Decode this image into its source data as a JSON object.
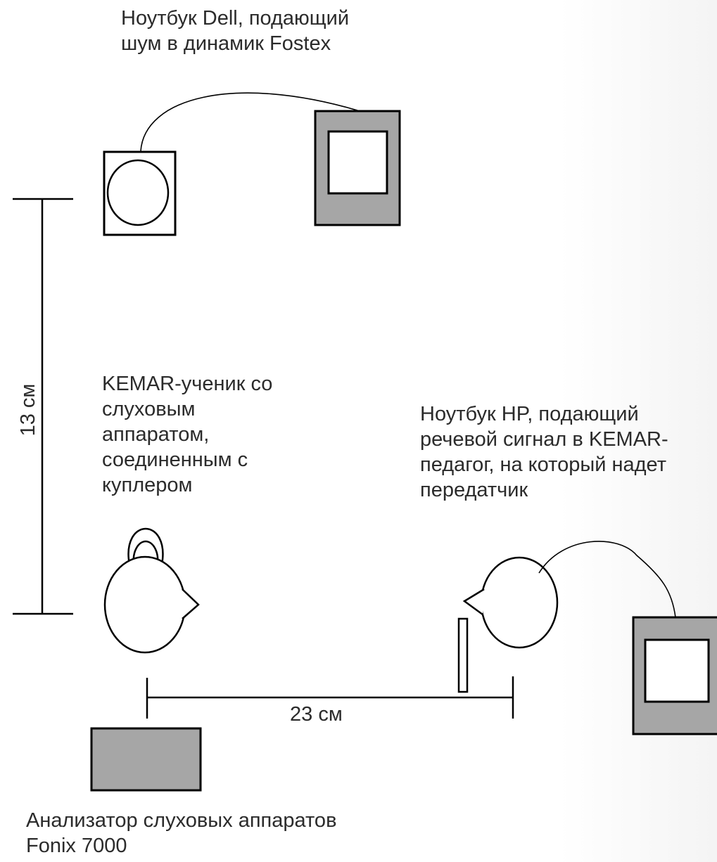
{
  "labels": {
    "dell_laptop": "Ноутбук Dell, подающий\nшум в динамик Fostex",
    "kemar_student": "KEMAR-ученик со\nслуховым\nаппаратом,\nсоединенным с\nкуплером",
    "hp_laptop": "Ноутбук HP, подающий\nречевой сигнал в KEMAR-\nпедагог, на который надет\nпередатчик",
    "analyzer": "Анализатор слуховых аппаратов\nFonix 7000"
  },
  "dimensions": {
    "vertical": "13 см",
    "horizontal": "23 см"
  },
  "colors": {
    "stroke": "#000000",
    "device_fill": "#a6a6a6",
    "text": "#2b2b2b"
  }
}
